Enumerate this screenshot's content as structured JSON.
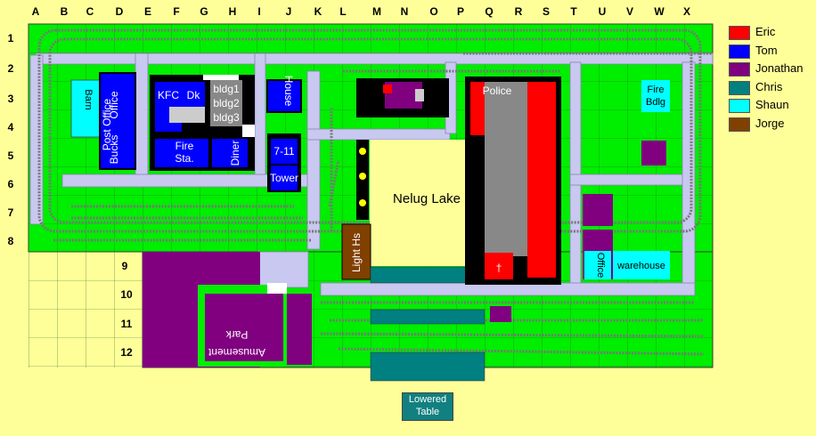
{
  "columns": [
    "A",
    "B",
    "C",
    "D",
    "E",
    "F",
    "G",
    "H",
    "I",
    "J",
    "K",
    "L",
    "M",
    "N",
    "O",
    "P",
    "Q",
    "R",
    "S",
    "T",
    "U",
    "V",
    "W",
    "X"
  ],
  "rows": [
    "1",
    "2",
    "3",
    "4",
    "5",
    "6",
    "7",
    "8",
    "9",
    "10",
    "11",
    "12"
  ],
  "legend": [
    {
      "name": "Eric",
      "color": "#ff0000"
    },
    {
      "name": "Tom",
      "color": "#0000ff"
    },
    {
      "name": "Jonathan",
      "color": "#800080"
    },
    {
      "name": "Chris",
      "color": "#008080"
    },
    {
      "name": "Shaun",
      "color": "#00ffff"
    },
    {
      "name": "Jorge",
      "color": "#804000"
    }
  ],
  "buildings": {
    "barn": "Barn",
    "post_office": "Post Office",
    "bucks": "Bucks",
    "office": "Office",
    "kfc": "KFC",
    "dk": "Dk",
    "bldg1": "bldg1",
    "bldg2": "bldg2",
    "bldg3": "bldg3",
    "fire_sta_1": "Fire",
    "fire_sta_2": "Sta.",
    "diner": "Diner",
    "house": "House",
    "seven_eleven": "7-11",
    "tower": "Tower",
    "lake": "Nelug Lake",
    "light_hs": "Light Hs",
    "police": "Police",
    "church_cross": "†",
    "fire_bdlg_1": "Fire",
    "fire_bdlg_2": "Bdlg",
    "office_right": "Office",
    "warehouse": "warehouse",
    "amusement_park_1": "Park",
    "amusement_park_2": "Amusement"
  },
  "lowered_table": [
    "Lowered",
    "Table"
  ],
  "colors": {
    "background": "#ffff99",
    "grass": "#00ee00",
    "road": "#c8c8f0",
    "owner_eric": "#ff0000",
    "owner_tom": "#0000ff",
    "owner_jonathan": "#800080",
    "owner_chris": "#008080",
    "owner_shaun": "#00ffff",
    "owner_jorge": "#804000"
  }
}
